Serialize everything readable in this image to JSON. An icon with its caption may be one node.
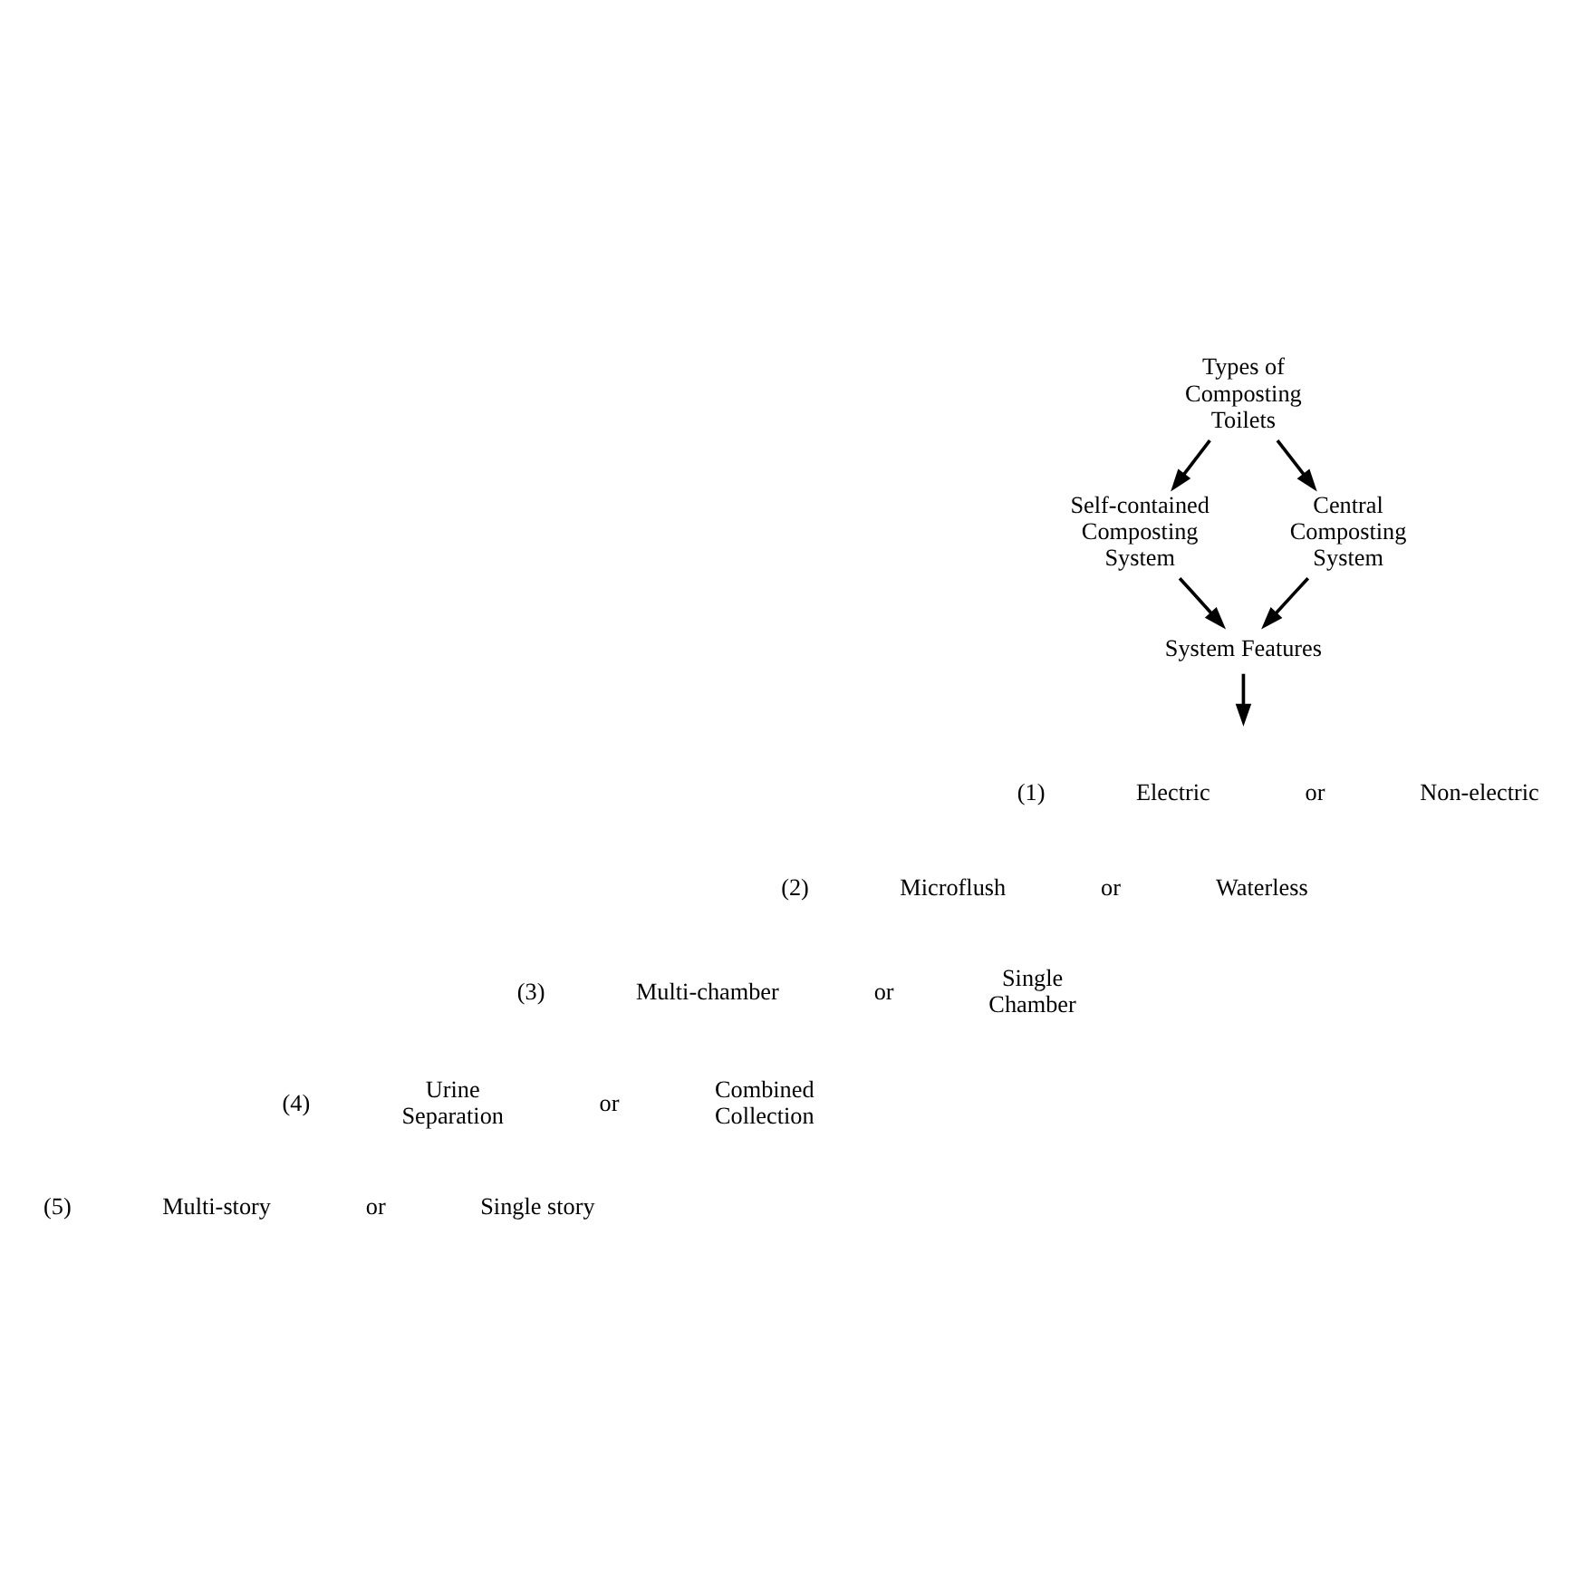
{
  "diagram": {
    "nodes": [
      {
        "text": [
          "Types of Composting Toilets"
        ]
      },
      {
        "text": [
          "Self-contained Composting System"
        ]
      },
      {
        "text": [
          "Central Composting System"
        ]
      },
      {
        "text": [
          "System Features"
        ]
      }
    ],
    "edges": [
      {
        "from": 0,
        "to": 1,
        "arrow": "to"
      },
      {
        "from": 0,
        "to": 2,
        "arrow": "to"
      },
      {
        "from": 1,
        "to": 3,
        "arrow": "to"
      },
      {
        "from": 2,
        "to": 3,
        "arrow": "to"
      },
      {
        "from": 3,
        "to": null,
        "arrow": "to"
      }
    ],
    "labels": [
      "(1)",
      "Electric",
      "or",
      "Non-electric",
      "(2)",
      "Microflush",
      "or",
      "Waterless",
      "(3)",
      "Multi-chamber",
      "or",
      "Single Chamber",
      "(4)",
      "Urine Separation",
      "or",
      "Combined Collection",
      "(5)",
      "Multi-story",
      "or",
      "Single story"
    ]
  }
}
